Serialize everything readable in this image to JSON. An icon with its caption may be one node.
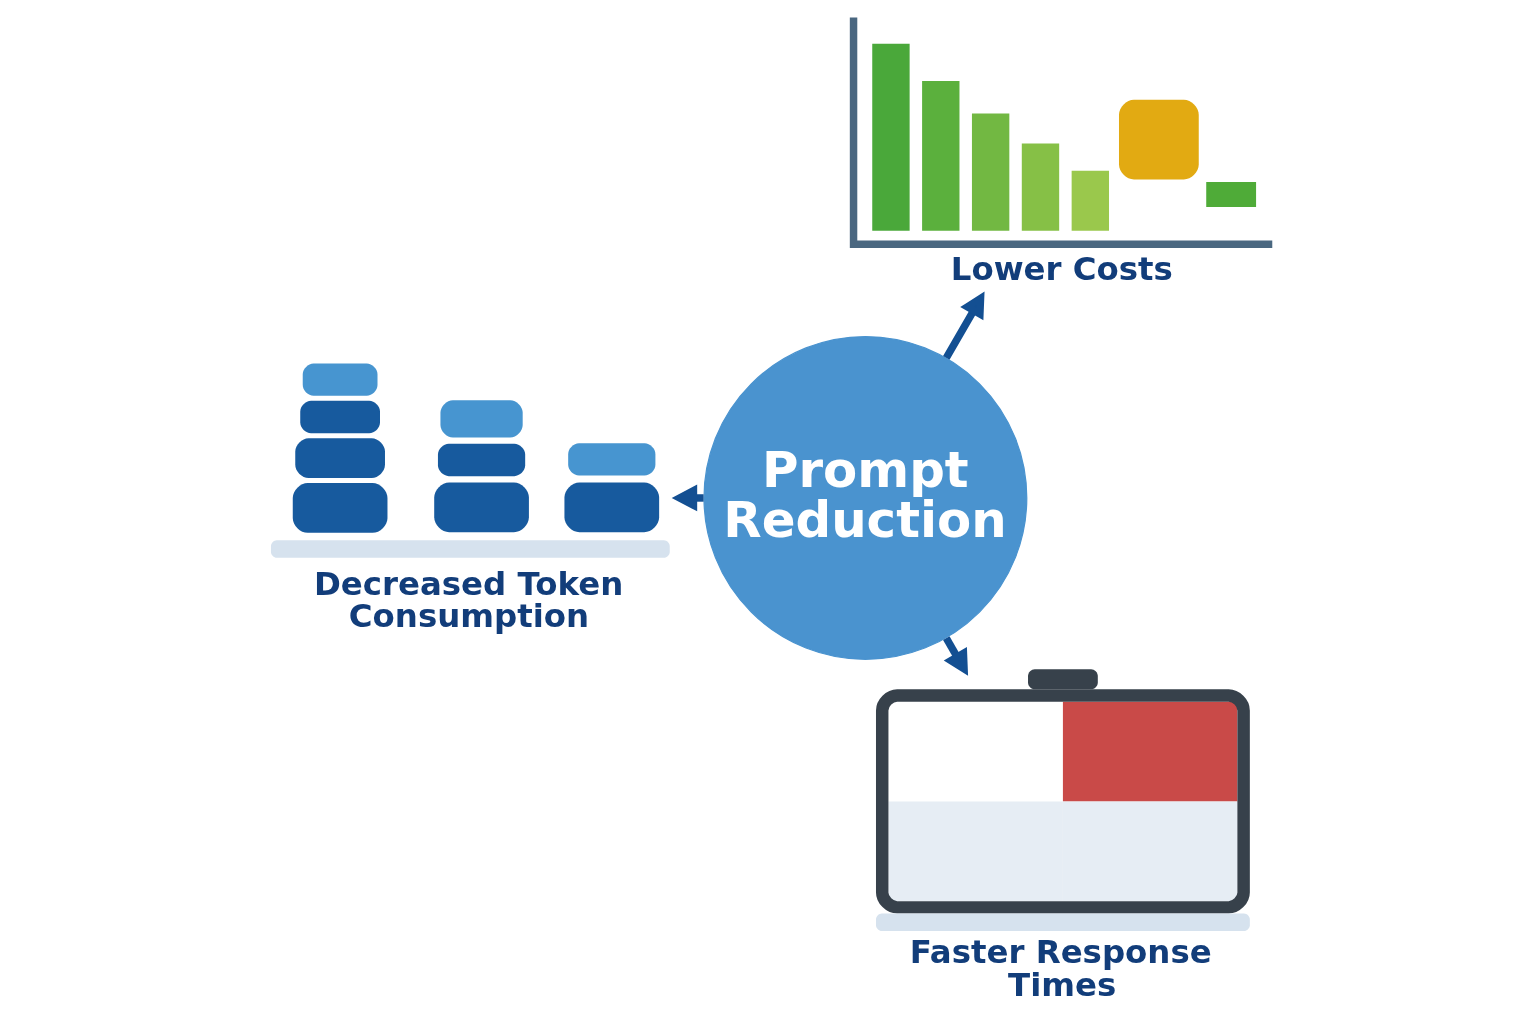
{
  "diagram": {
    "nodes": [
      {
        "text": [],
        "shape": "picture",
        "beside": [
          "Lower Costs"
        ]
      },
      {
        "text": [
          "Prompt Reduction"
        ]
      },
      {
        "text": [],
        "shape": "picture",
        "beside": [
          "Decreased Token Consumption"
        ]
      },
      {
        "text": [],
        "shape": "picture",
        "beside": [
          "Faster Response Times"
        ]
      }
    ],
    "edges": [
      {
        "from": 1,
        "to": 0,
        "arrow": "to"
      },
      {
        "from": 1,
        "to": 2,
        "arrow": "to"
      },
      {
        "from": 1,
        "to": 3,
        "arrow": "to"
      }
    ]
  }
}
